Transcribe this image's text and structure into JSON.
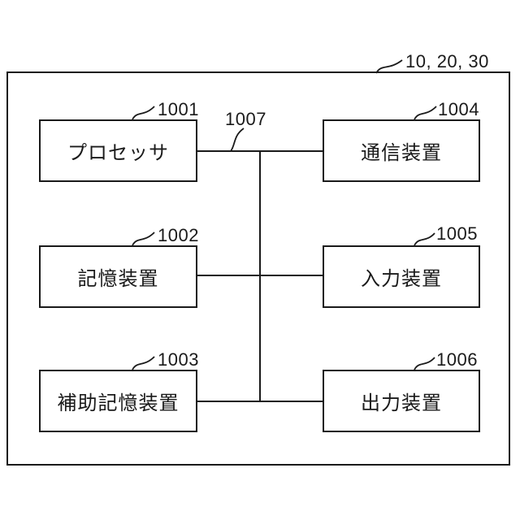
{
  "figure": {
    "outer_label": "10, 20, 30",
    "bus": {
      "ref": "1007"
    },
    "boxes": [
      {
        "id": "processor",
        "label": "プロセッサ",
        "ref": "1001"
      },
      {
        "id": "storage",
        "label": "記憶装置",
        "ref": "1002"
      },
      {
        "id": "aux-storage",
        "label": "補助記憶装置",
        "ref": "1003"
      },
      {
        "id": "communication",
        "label": "通信装置",
        "ref": "1004"
      },
      {
        "id": "input",
        "label": "入力装置",
        "ref": "1005"
      },
      {
        "id": "output",
        "label": "出力装置",
        "ref": "1006"
      }
    ],
    "colors": {
      "line": "#1a1a1a",
      "text": "#1a1a1a",
      "background": "#ffffff"
    }
  }
}
